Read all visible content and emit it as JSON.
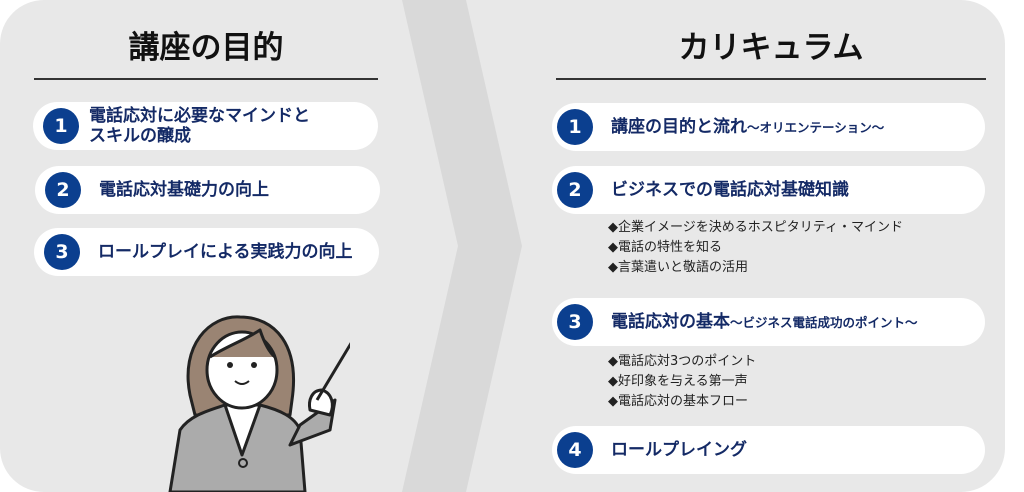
{
  "left": {
    "title": "講座の目的",
    "items": [
      {
        "num": "1",
        "line1": "電話応対に必要なマインドと",
        "line2": "スキルの醸成"
      },
      {
        "num": "2",
        "label": "電話応対基礎力の向上"
      },
      {
        "num": "3",
        "label": "ロールプレイによる実践力の向上"
      }
    ]
  },
  "right": {
    "title": "カリキュラム",
    "items": [
      {
        "num": "1",
        "main": "講座の目的と流れ",
        "sub": "～オリエンテーション～"
      },
      {
        "num": "2",
        "main": "ビジネスでの電話応対基礎知識",
        "sub": "",
        "bullets": [
          "◆企業イメージを決めるホスピタリティ・マインド",
          "◆電話の特性を知る",
          "◆言葉遣いと敬語の活用"
        ]
      },
      {
        "num": "3",
        "main": "電話応対の基本",
        "sub": "～ビジネス電話成功のポイント～",
        "bullets": [
          "◆電話応対3つのポイント",
          "◆好印象を与える第一声",
          "◆電話応対の基本フロー"
        ]
      },
      {
        "num": "4",
        "main": "ロールプレイング",
        "sub": ""
      }
    ]
  },
  "colors": {
    "accent": "#0b3f8f",
    "text": "#142a66",
    "panel": "#e8e8e8",
    "chevron": "#d9d9d9"
  }
}
